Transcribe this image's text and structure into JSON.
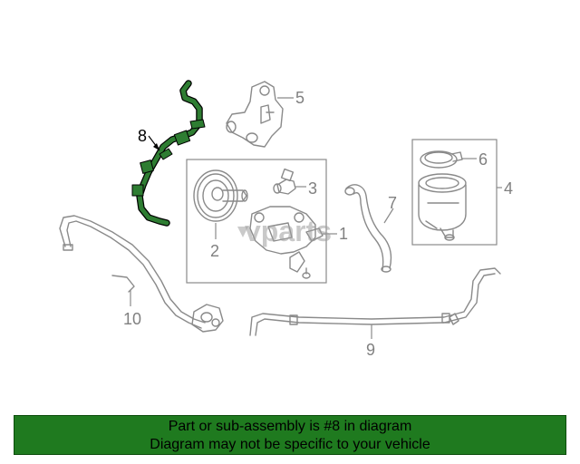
{
  "callouts": [
    "1",
    "2",
    "3",
    "4",
    "5",
    "6",
    "7",
    "8",
    "9",
    "10"
  ],
  "watermark": "vparts",
  "banner": {
    "line1": "Part or sub-assembly is #8 in diagram",
    "line2": "Diagram may not be specific to your vehicle"
  },
  "colors": {
    "highlight": "#2e7d32",
    "banner_bg": "#1f7a1f",
    "line_art": "#8a8a8a"
  }
}
